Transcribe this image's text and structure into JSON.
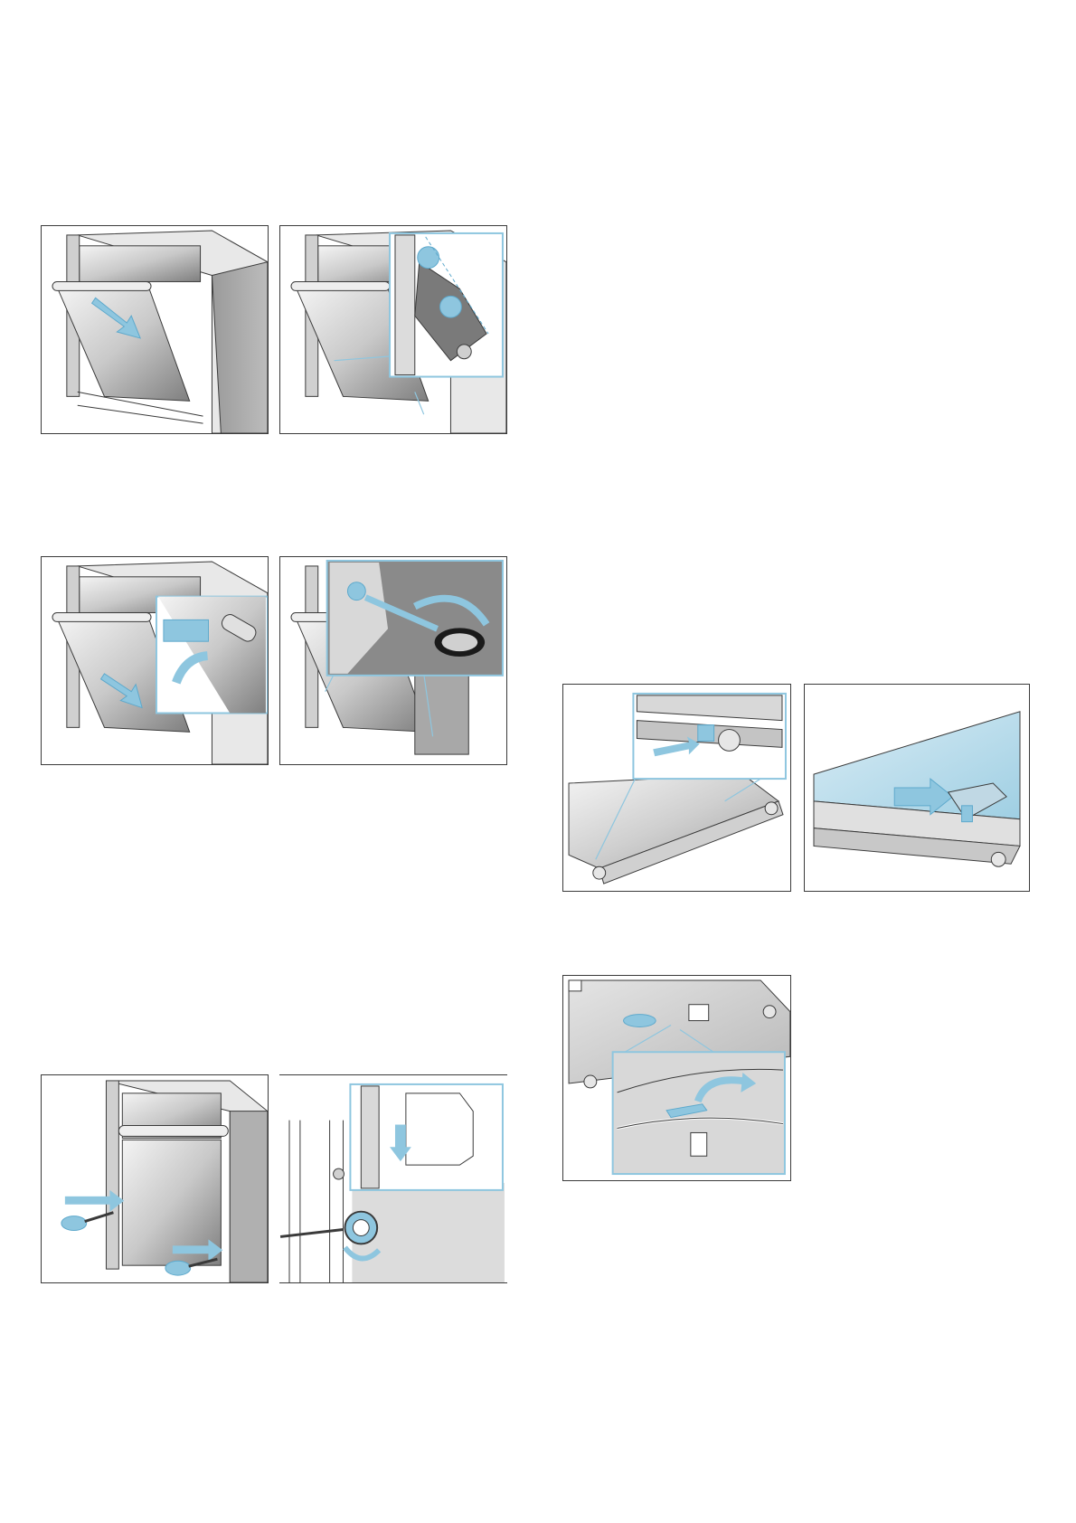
{
  "document": {
    "description_text": "",
    "figures": [
      {
        "id": "fig-1a",
        "subject": "oven-door-open-arrow"
      },
      {
        "id": "fig-1b",
        "subject": "hinge-lever-detail"
      },
      {
        "id": "fig-2a",
        "subject": "door-cover-push-detail"
      },
      {
        "id": "fig-2b",
        "subject": "hinge-rotate-detail"
      },
      {
        "id": "fig-3a",
        "subject": "screwdriver-door-screws"
      },
      {
        "id": "fig-3b",
        "subject": "hinge-screw-detail"
      },
      {
        "id": "fig-4a",
        "subject": "door-panel-clip-detail"
      },
      {
        "id": "fig-4b",
        "subject": "glass-panel-slide"
      },
      {
        "id": "fig-5",
        "subject": "glass-panel-clip-lift"
      }
    ]
  },
  "colors": {
    "accent": "#8ec6df",
    "accent_dark": "#5ea9cc",
    "line": "#3a3a3a",
    "steel_light": "#e6e6e6",
    "steel_mid": "#bdbdbd",
    "steel_dark": "#8c8c8c"
  }
}
